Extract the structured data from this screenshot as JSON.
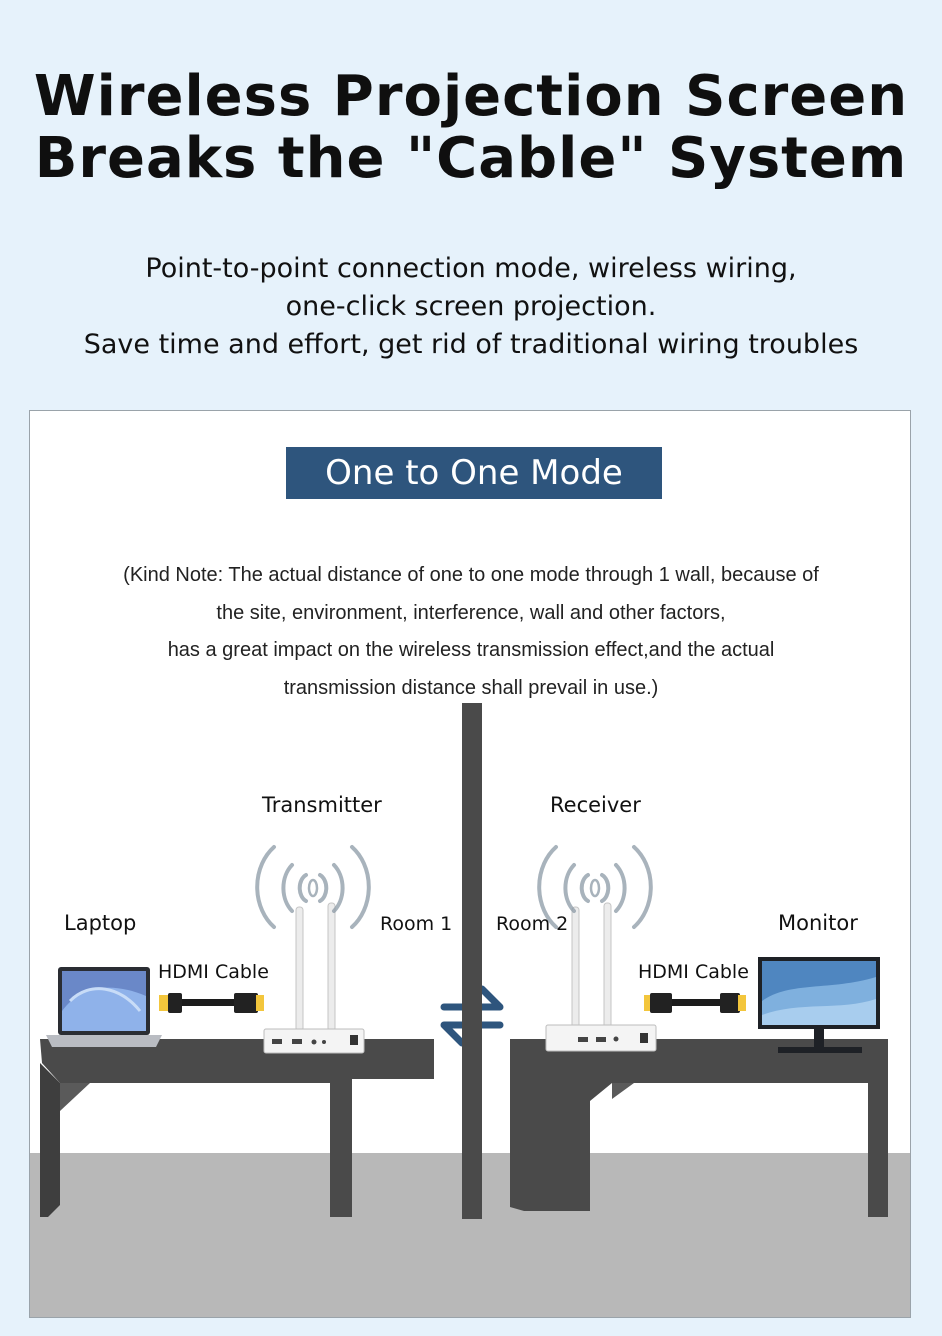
{
  "headline": {
    "line1": "Wireless Projection Screen",
    "line2": "Breaks the \"Cable\" System"
  },
  "subtitle": {
    "line1": "Point-to-point connection mode, wireless wiring,",
    "line2": "one-click screen projection.",
    "line3": "Save time and effort, get rid of traditional wiring troubles"
  },
  "diagram": {
    "mode_title": "One to One Mode",
    "note": {
      "line1": "(Kind Note: The actual distance of one to one mode through 1 wall, because of",
      "line2": "the site, environment, interference, wall and other factors,",
      "line3": "has a great impact on the wireless transmission effect,and the actual",
      "line4": "transmission distance shall prevail in use.)"
    },
    "labels": {
      "transmitter": "Transmitter",
      "receiver": "Receiver",
      "laptop": "Laptop",
      "monitor": "Monitor",
      "room1": "Room 1",
      "room2": "Room 2",
      "hdmi_left": "HDMI Cable",
      "hdmi_right": "HDMI Cable"
    }
  },
  "colors": {
    "background": "#e6f2fb",
    "mode_title_bg": "#2e557d",
    "arrows": "#2e557d",
    "table": "#4a4a4a",
    "floor": "#b8b8b8"
  },
  "icons": [
    "laptop-icon",
    "monitor-icon",
    "hdmi-cable-icon",
    "transmitter-device-icon",
    "receiver-device-icon",
    "wifi-signal-icon",
    "bidirectional-arrows-icon"
  ]
}
